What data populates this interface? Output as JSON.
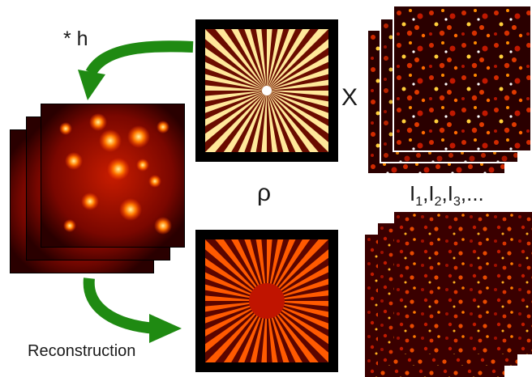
{
  "labels": {
    "convolution": "* h",
    "multiply": "X",
    "rho": "ρ",
    "intensities": "I1,I2,I3,...",
    "reconstruction": "Reconstruction"
  },
  "intensities_parts": [
    {
      "base": "I",
      "sub": "1",
      "sep": ","
    },
    {
      "base": "I",
      "sub": "2",
      "sep": ","
    },
    {
      "base": "I",
      "sub": "3",
      "sep": ",..."
    }
  ],
  "colors": {
    "arrow": "#1f8a12",
    "frame": "#000000",
    "hot_dark": "#3a0000",
    "hot_mid": "#e23000",
    "hot_bright": "#fff7b0"
  },
  "panels": {
    "object": "siemens-star-object",
    "speckle_stack": "speckle-intensity-stack",
    "blurred_stack": "blurred-image-stack",
    "reconstruction": "reconstructed-siemens-star",
    "noise_stack": "noise-stack"
  }
}
